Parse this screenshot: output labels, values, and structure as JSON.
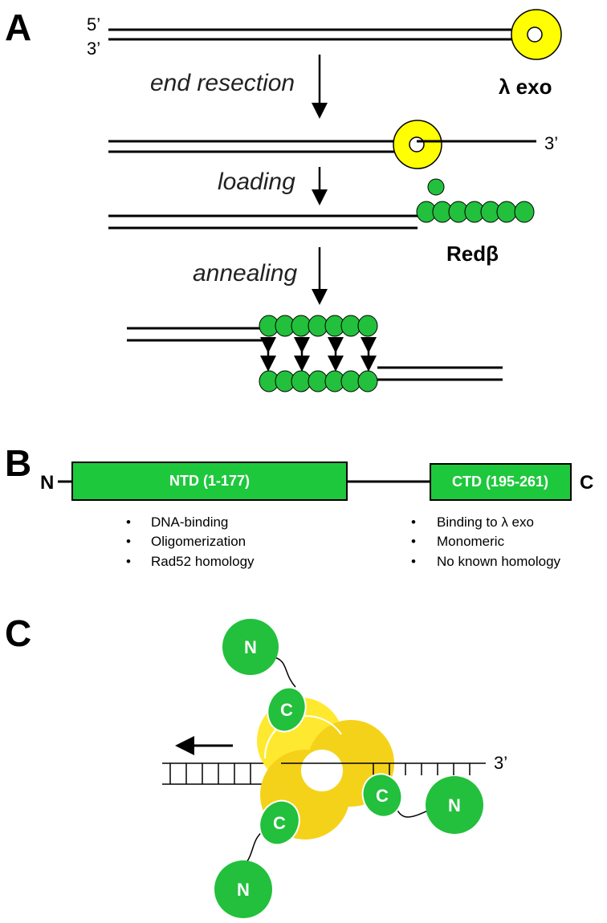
{
  "colors": {
    "dna": "#000000",
    "exo_yellow": "#ffff00",
    "exo_yellow_dark": "#f5d21a",
    "exo_yellow_light": "#ffe930",
    "redbeta_green": "#22c03c",
    "domain_green": "#1ec83c"
  },
  "panel_a": {
    "letter": "A",
    "five_prime": "5’",
    "three_prime_top": "3’",
    "three_prime_resected": "3’",
    "step_resection": "end resection",
    "step_loading": "loading",
    "step_annealing": "annealing",
    "exo_label": "λ exo",
    "redbeta_label": "Redβ"
  },
  "panel_b": {
    "letter": "B",
    "n_terminus": "N",
    "c_terminus": "C",
    "ntd_label": "NTD (1-177)",
    "ctd_label": "CTD (195-261)",
    "ntd_features": [
      "DNA-binding",
      "Oligomerization",
      "Rad52 homology"
    ],
    "ctd_features": [
      "Binding to λ exo",
      "Monomeric",
      "No known homology"
    ]
  },
  "panel_c": {
    "letter": "C",
    "three_prime": "3’",
    "n_label": "N",
    "c_label": "C"
  }
}
